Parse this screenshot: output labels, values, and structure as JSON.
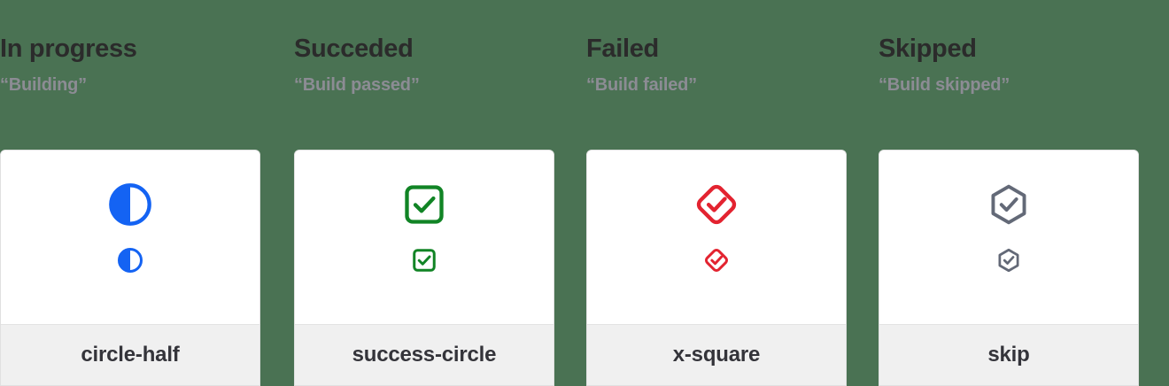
{
  "page": {
    "background_color": "#4a7253",
    "card_background": "#ffffff",
    "footer_background": "#f0f0f0"
  },
  "columns": [
    {
      "title": "In progress",
      "subtitle": "“Building”",
      "icon_name": "circle-half-icon",
      "icon_color": "#1463f3",
      "card_label": "circle-half"
    },
    {
      "title": "Succeded",
      "subtitle": "“Build passed”",
      "icon_name": "success-circle-icon",
      "icon_color": "#118425",
      "card_label": "success-circle"
    },
    {
      "title": "Failed",
      "subtitle": "“Build failed”",
      "icon_name": "x-square-icon",
      "icon_color": "#e32330",
      "card_label": "x-square"
    },
    {
      "title": "Skipped",
      "subtitle": "“Build skipped”",
      "icon_name": "skip-icon",
      "icon_color": "#636977",
      "card_label": "skip"
    }
  ]
}
